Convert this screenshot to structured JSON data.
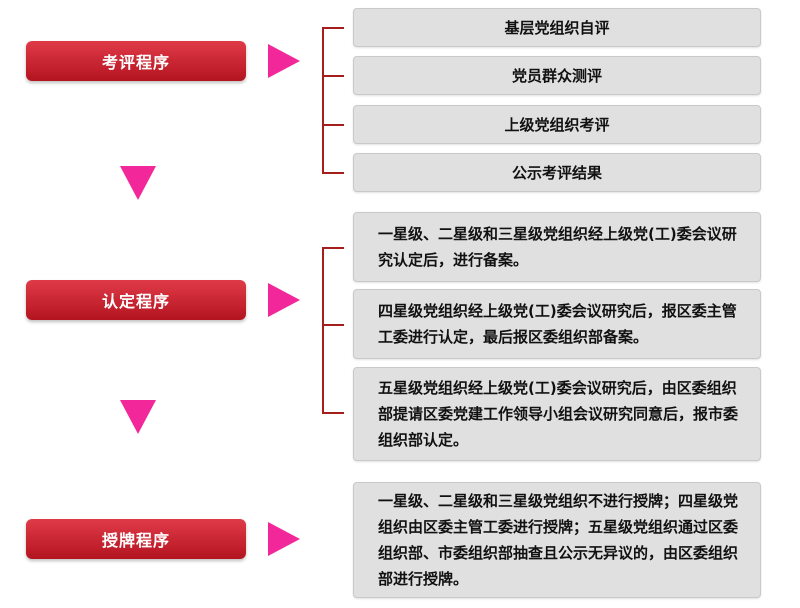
{
  "stages": [
    {
      "label": "考评程序",
      "steps": [
        "基层党组织自评",
        "党员群众测评",
        "上级党组织考评",
        "公示考评结果"
      ]
    },
    {
      "label": "认定程序",
      "steps": [
        "一星级、二星级和三星级党组织经上级党(工)委会议研究认定后，进行备案。",
        "四星级党组织经上级党(工)委会议研究后，报区委主管工委进行认定，最后报区委组织部备案。",
        "五星级党组织经上级党(工)委会议研究后，由区委组织部提请区委党建工作领导小组会议研究同意后，报市委组织部认定。"
      ]
    },
    {
      "label": "授牌程序",
      "steps": [
        "一星级、二星级和三星级党组织不进行授牌；四星级党组织由区委主管工委进行授牌；五星级党组织通过区委组织部、市委组织部抽查且公示无异议的，由区委组织部进行授牌。"
      ]
    }
  ],
  "colors": {
    "label_bg": "#c41e2a",
    "arrow": "#f2289a",
    "bracket": "#a61d1d",
    "box_bg": "#e0e0e0"
  }
}
